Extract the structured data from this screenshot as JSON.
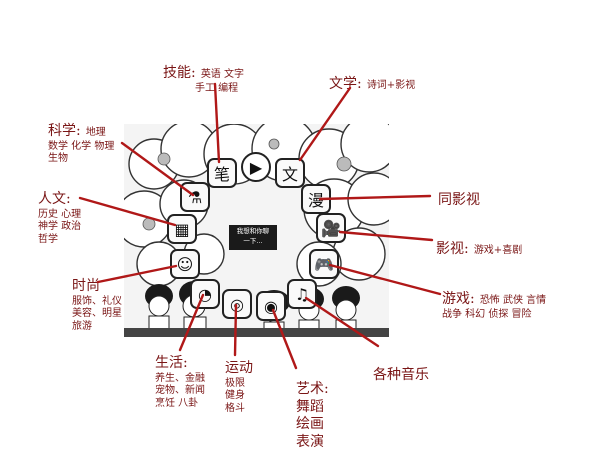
{
  "labels": {
    "skills": {
      "title": "技能:",
      "line1": "英语  文字",
      "line2": "手工  编程"
    },
    "literature": {
      "title": "文学:",
      "sub": "诗词+影视"
    },
    "science": {
      "title": "科学:",
      "sub1": "地理",
      "line2": "数学  化学  物理",
      "line3": "生物"
    },
    "humanities": {
      "title": "人文:",
      "line1": "历史  心理",
      "line2": "神学  政治",
      "line3": "哲学"
    },
    "fashion": {
      "title": "时尚",
      "line1": "服饰、礼仪",
      "line2": "美容、明星",
      "line3": "旅游"
    },
    "anime": {
      "title": "同影视"
    },
    "film": {
      "title": "影视:",
      "sub": "游戏+喜剧"
    },
    "games": {
      "title": "游戏:",
      "sub1": "恐怖  武侠  言情",
      "line2": "战争  科幻  侦探  冒险"
    },
    "life": {
      "title": "生活:",
      "line1": "养生、金融",
      "line2": "宠物、新闻",
      "line3": "烹饪  八卦"
    },
    "sports": {
      "title": "运动",
      "line1": "极限",
      "line2": "健身",
      "line3": "格斗"
    },
    "arts": {
      "title": "艺术:",
      "line1": "舞蹈",
      "line2": "绘画",
      "line3": "表演"
    },
    "music": {
      "title": "各种音乐"
    }
  },
  "center_box": {
    "line1": "我想和你聊",
    "line2": "一下..."
  },
  "icons": {
    "skills": "笔",
    "play": "▶",
    "literature": "文",
    "anime": "漫",
    "science": "⚗",
    "film": "🎥",
    "humanities": "▦",
    "fashion": "☺",
    "games": "🎮",
    "life": "◔",
    "sports": "◎",
    "arts": "◉",
    "music": "♫"
  },
  "colors": {
    "label": "#7a1616",
    "arrow": "#b01818"
  }
}
